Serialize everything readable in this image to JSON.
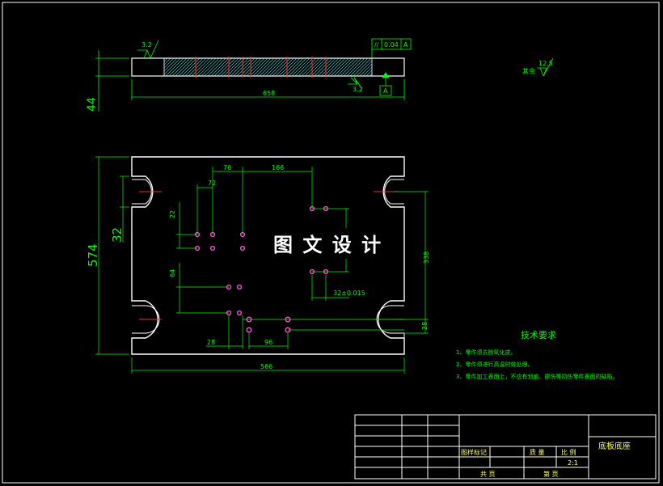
{
  "colors": {
    "background": "#000000",
    "outline": "#ffffff",
    "dimension": "#00ff00",
    "hatch": "#7fd4d4",
    "hole": "#ff4fd8",
    "accent": "#ff2a2a",
    "note": "#ffff66"
  },
  "side_view": {
    "roughness_left": "3.2",
    "roughness_bottom": "3.2",
    "tolerance_symbol": "//",
    "tolerance_value": "0.04",
    "tolerance_datum": "A",
    "datum_label": "A",
    "dim_length": "658",
    "dim_thickness": "44"
  },
  "top_view": {
    "dim_76": "76",
    "dim_166": "166",
    "dim_72": "72",
    "dim_22": "22",
    "dim_32": "32",
    "dim_574": "574",
    "dim_64": "64",
    "dim_338": "338",
    "dim_pitch": "32±0.015",
    "dim_28": "28",
    "dim_96": "96",
    "dim_28r": "28",
    "dim_566": "566"
  },
  "roughness_other": {
    "label": "其余",
    "value": "12.5"
  },
  "watermark": "图 文 设 计",
  "tech_notes": {
    "title": "技术要求",
    "items": [
      "1、零件须去除氧化皮。",
      "2、零件须进行高温时效处理。",
      "3、零件加工表面上，不应有划痕、擦伤等损伤零件表面的缺陷。"
    ]
  },
  "title_block": {
    "part_name": "底板底座",
    "mark_label": "图样标记",
    "mass_label": "质 量",
    "scale_label": "比 例",
    "scale_value": "2:1",
    "sheets_label": "共  页",
    "sheet_label": "第  页"
  }
}
